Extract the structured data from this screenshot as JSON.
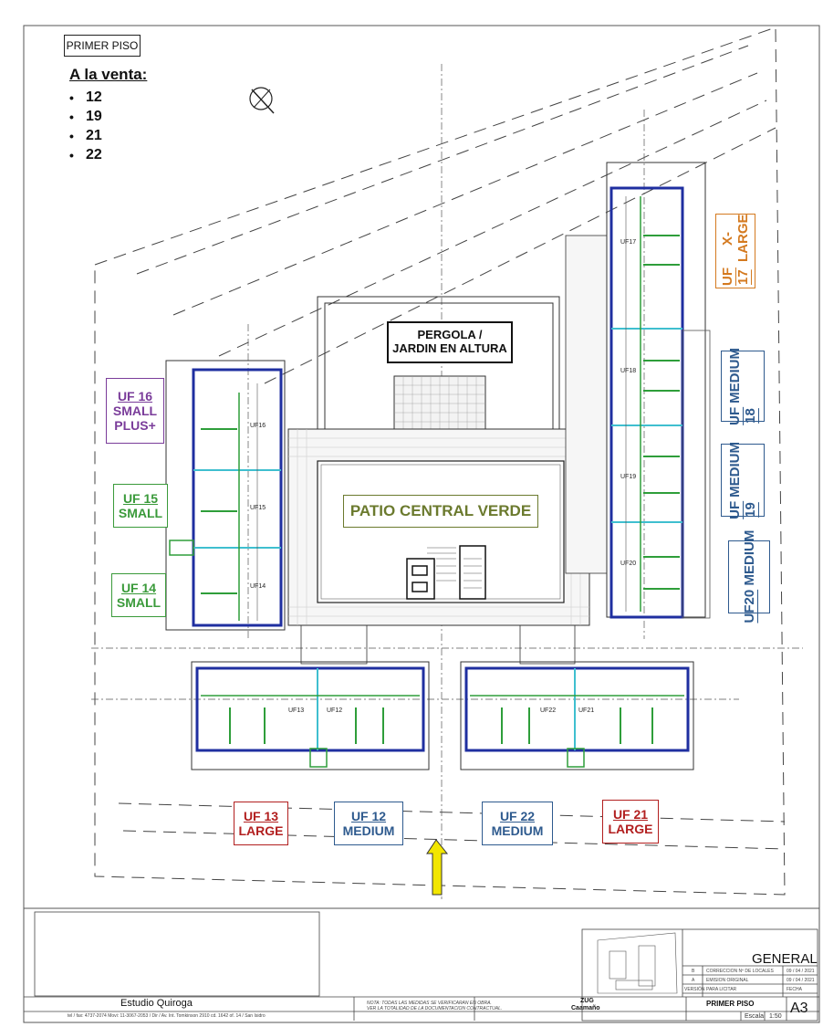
{
  "floor_tag": "PRIMER PISO",
  "for_sale": {
    "title": "A la venta:",
    "units": [
      "12",
      "19",
      "21",
      "22"
    ]
  },
  "center_labels": {
    "pergola_line1": "PERGOLA /",
    "pergola_line2": "JARDIN EN ALTURA",
    "patio": "PATIO CENTRAL VERDE"
  },
  "unit_boxes": {
    "uf16": {
      "line1": "UF 16",
      "line2": "SMALL",
      "line3": "PLUS+"
    },
    "uf15": {
      "line1": "UF 15",
      "line2": "SMALL"
    },
    "uf14": {
      "line1": "UF 14",
      "line2": "SMALL"
    },
    "uf13": {
      "line1": "UF 13",
      "line2": "LARGE"
    },
    "uf12": {
      "line1": "UF 12",
      "line2": "MEDIUM"
    },
    "uf22": {
      "line1": "UF 22",
      "line2": "MEDIUM"
    },
    "uf21": {
      "line1": "UF 21",
      "line2": "LARGE"
    },
    "uf17": {
      "line1": "UF 17",
      "line2": "X- LARGE"
    },
    "uf18": {
      "line1": "UF 18",
      "line2": "MEDIUM"
    },
    "uf19": {
      "line1": "UF 19",
      "line2": "MEDIUM"
    },
    "uf20": {
      "line1": "UF20",
      "line2": "MEDIUM"
    }
  },
  "plan_labels": {
    "uf16": "UF16",
    "uf15": "UF15",
    "uf14": "UF14",
    "uf17": "UF17",
    "uf18": "UF18",
    "uf19": "UF19",
    "uf20": "UF20",
    "uf13": "UF13",
    "uf12": "UF12",
    "uf22": "UF22",
    "uf21": "UF21"
  },
  "title_block": {
    "sheet_group": "GENERAL",
    "revisions": [
      {
        "rev": "B",
        "desc": "CORRECCION Nº DE LOCALES",
        "date": "09 / 04 / 2021"
      },
      {
        "rev": "A",
        "desc": "EMISION ORIGINAL",
        "date": "09 / 04 / 2021"
      }
    ],
    "version_label": "VERSIÓN",
    "version_value": "PARA LICITAR",
    "date_label": "FECHA",
    "sheet_title": "PRIMER PISO",
    "scale_label": "Escala",
    "scale_value": "1:50",
    "sheet_size": "A3",
    "studio": "Estudio  Quiroga",
    "studio_contact": "tel / fax: 4737-2074  Movi: 11-3067-2053  /  Dir / Av. Int. Tomkinson 2910 cd. 1642  of. 14  /  San Isidro",
    "note_line1": "NOTA: TODAS LAS MEDIDAS SE VERIFICARAN EN OBRA.",
    "note_line2": "VER LA TOTALIDAD DE LA DOCUMENTACION CONTRACTUAL.",
    "project_line1": "ZUG",
    "project_line2": "Caamaño"
  },
  "colors": {
    "wall_blue": "#1f2fa0",
    "partition_green": "#2e9e3a",
    "cyan": "#3fbfcf",
    "arrow_yellow": "#f2e600"
  }
}
